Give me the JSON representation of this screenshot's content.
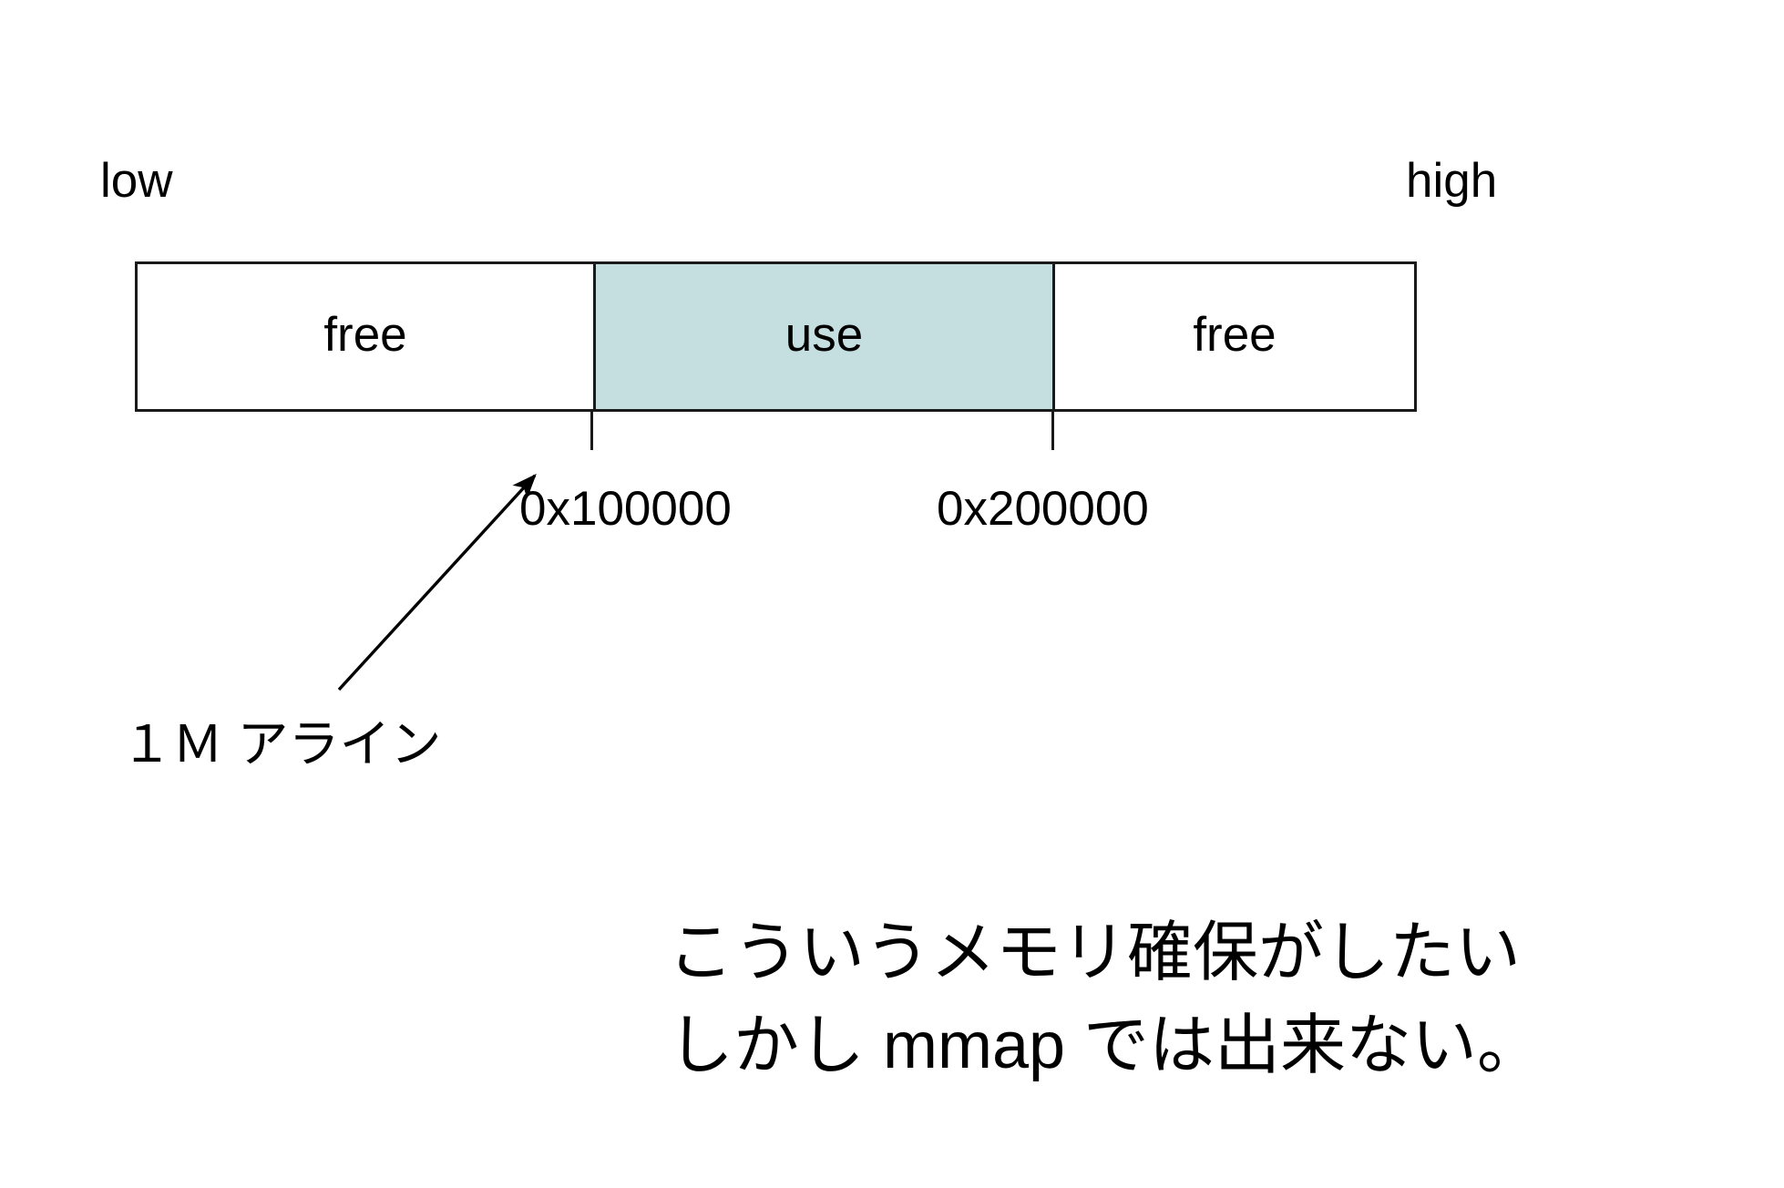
{
  "diagram": {
    "title_hidden": "",
    "address_axis": {
      "low_label": "low",
      "high_label": "high"
    },
    "memory_bar": {
      "segments": [
        {
          "id": "free-low",
          "label": "free",
          "state": "free",
          "fill": "#ffffff"
        },
        {
          "id": "use",
          "label": "use",
          "state": "used",
          "fill": "#c5dee0"
        },
        {
          "id": "free-high",
          "label": "free",
          "state": "free",
          "fill": "#ffffff"
        }
      ],
      "border_color": "#1a1a1a",
      "used_fill": "#c5dee0"
    },
    "address_markers": [
      {
        "id": "start",
        "value": "0x100000"
      },
      {
        "id": "end",
        "value": "0x200000"
      }
    ],
    "callout": {
      "arrow_icon": "arrow-up-right-icon",
      "caption": "１Ｍ アライン",
      "points_to": "0x100000"
    },
    "note": {
      "lines": [
        "こういうメモリ確保がしたい",
        "しかし mmap では出来ない。"
      ]
    }
  }
}
